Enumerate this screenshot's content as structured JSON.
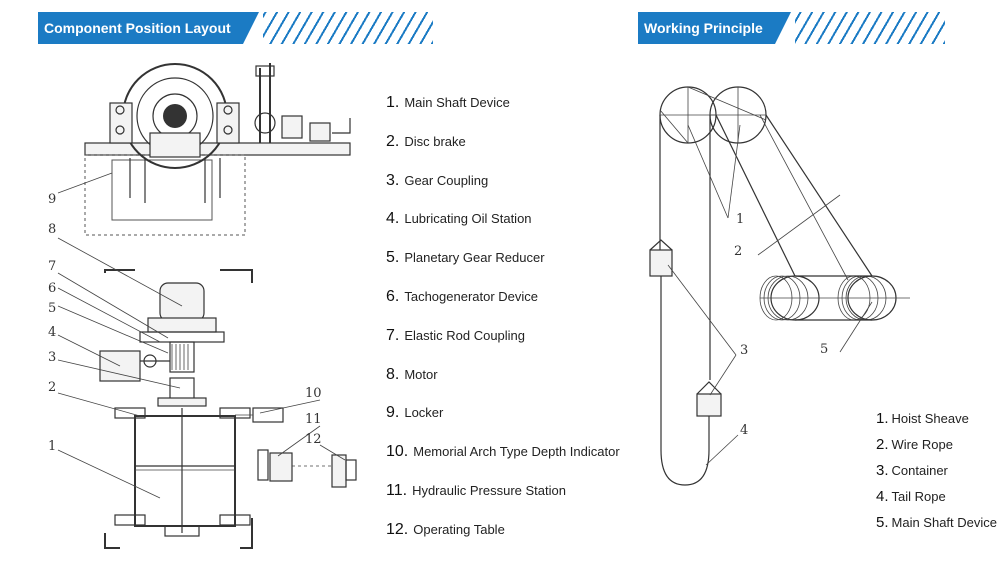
{
  "headers": {
    "left": "Component Position Layout",
    "right": "Working Principle"
  },
  "components": [
    {
      "num": "1.",
      "label": "Main Shaft Device"
    },
    {
      "num": "2.",
      "label": "Disc brake"
    },
    {
      "num": "3.",
      "label": "Gear Coupling"
    },
    {
      "num": "4.",
      "label": "Lubricating Oil Station"
    },
    {
      "num": "5.",
      "label": "Planetary Gear Reducer"
    },
    {
      "num": "6.",
      "label": "Tachogenerator Device"
    },
    {
      "num": "7.",
      "label": "Elastic Rod Coupling"
    },
    {
      "num": "8.",
      "label": "Motor"
    },
    {
      "num": "9.",
      "label": "Locker"
    },
    {
      "num": "10.",
      "label": "Memorial Arch Type Depth Indicator"
    },
    {
      "num": "11.",
      "label": "Hydraulic Pressure Station"
    },
    {
      "num": "12.",
      "label": "Operating Table"
    }
  ],
  "principle_parts": [
    {
      "num": "1.",
      "label": "Hoist Sheave"
    },
    {
      "num": "2.",
      "label": "Wire Rope"
    },
    {
      "num": "3.",
      "label": "Container"
    },
    {
      "num": "4.",
      "label": "Tail Rope"
    },
    {
      "num": "5.",
      "label": "Main Shaft Device"
    }
  ],
  "layout_callouts": [
    "1",
    "2",
    "3",
    "4",
    "5",
    "6",
    "7",
    "8",
    "9",
    "10",
    "11",
    "12"
  ],
  "principle_callouts": [
    "1",
    "2",
    "3",
    "4",
    "5"
  ]
}
